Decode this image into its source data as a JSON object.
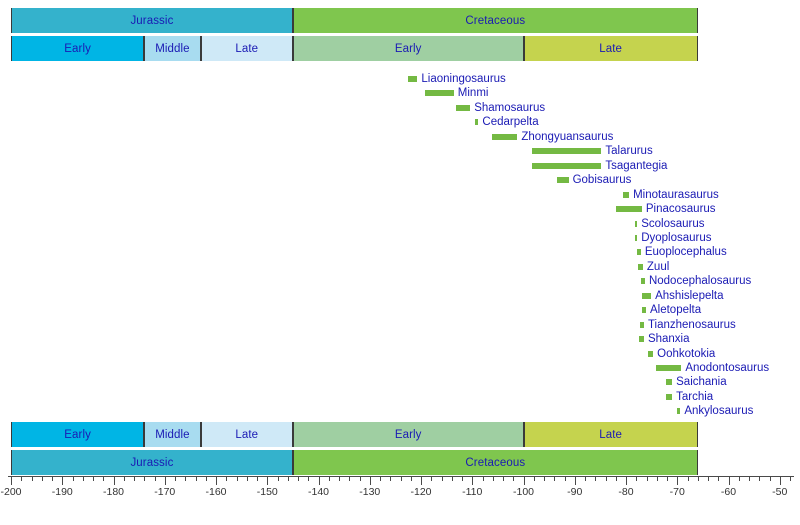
{
  "chart_data": {
    "type": "bar",
    "title": "",
    "xlabel": "",
    "ylabel": "",
    "xlim": [
      -200,
      -45
    ],
    "grid": false,
    "legend": "none",
    "orientation": "horizontal",
    "axis": {
      "tick_interval_major": 10,
      "tick_interval_minor": 2,
      "tick_labels": [
        "-200",
        "-190",
        "-180",
        "-170",
        "-160",
        "-150",
        "-140",
        "-130",
        "-120",
        "-110",
        "-100",
        "-90",
        "-80",
        "-70",
        "-60",
        "-50"
      ],
      "tick_values": [
        -200,
        -190,
        -180,
        -170,
        -160,
        -150,
        -140,
        -130,
        -120,
        -110,
        -100,
        -90,
        -80,
        -70,
        -60,
        -50
      ]
    },
    "periods": [
      {
        "label": "Jurassic",
        "start": -200,
        "end": -145,
        "color": "#34b2cc"
      },
      {
        "label": "Cretaceous",
        "start": -145,
        "end": -66,
        "color": "#7fc64e"
      }
    ],
    "epochs": [
      {
        "label": "Early",
        "period": "Jurassic",
        "start": -200,
        "end": -174,
        "color": "#00b5e5"
      },
      {
        "label": "Middle",
        "period": "Jurassic",
        "start": -174,
        "end": -163,
        "color": "#a8dcf0"
      },
      {
        "label": "Late",
        "period": "Jurassic",
        "start": -163,
        "end": -145,
        "color": "#cfe9f7"
      },
      {
        "label": "Early",
        "period": "Cretaceous",
        "start": -145,
        "end": -100,
        "color": "#9fcfa2"
      },
      {
        "label": "Late",
        "period": "Cretaceous",
        "start": -100,
        "end": -66,
        "color": "#c5d34e"
      }
    ],
    "bar_color": "#74b943",
    "label_color": "#1a1ab4",
    "taxa": [
      {
        "name": "Liaoningosaurus",
        "start": -122.5,
        "end": -120.7
      },
      {
        "name": "Minmi",
        "start": -119.3,
        "end": -113.6
      },
      {
        "name": "Shamosaurus",
        "start": -113.2,
        "end": -110.4
      },
      {
        "name": "Cedarpelta",
        "start": -109.4,
        "end": -108.8
      },
      {
        "name": "Zhongyuansaurus",
        "start": -106.1,
        "end": -101.2
      },
      {
        "name": "Talarurus",
        "start": -98.3,
        "end": -84.8
      },
      {
        "name": "Tsagantegia",
        "start": -98.3,
        "end": -84.8
      },
      {
        "name": "Gobisaurus",
        "start": -93.4,
        "end": -91.2
      },
      {
        "name": "Minotaurasaurus",
        "start": -80.6,
        "end": -79.4
      },
      {
        "name": "Pinacosaurus",
        "start": -82.0,
        "end": -76.9
      },
      {
        "name": "Scolosaurus",
        "start": -78.3,
        "end": -77.9
      },
      {
        "name": "Dyoplosaurus",
        "start": -78.3,
        "end": -77.9
      },
      {
        "name": "Euoplocephalus",
        "start": -77.9,
        "end": -77.1
      },
      {
        "name": "Zuul",
        "start": -77.7,
        "end": -76.7
      },
      {
        "name": "Nodocephalosaurus",
        "start": -77.1,
        "end": -76.3
      },
      {
        "name": "Ahshislepelta",
        "start": -76.9,
        "end": -75.1
      },
      {
        "name": "Aletopelta",
        "start": -76.9,
        "end": -76.1
      },
      {
        "name": "Tianzhenosaurus",
        "start": -77.3,
        "end": -76.5
      },
      {
        "name": "Shanxia",
        "start": -77.5,
        "end": -76.5
      },
      {
        "name": "Oohkotokia",
        "start": -75.7,
        "end": -74.7
      },
      {
        "name": "Anodontosaurus",
        "start": -74.1,
        "end": -69.2
      },
      {
        "name": "Saichania",
        "start": -72.2,
        "end": -71.0
      },
      {
        "name": "Tarchia",
        "start": -72.2,
        "end": -71.0
      },
      {
        "name": "Ankylosaurus",
        "start": -70.0,
        "end": -69.4
      }
    ]
  }
}
